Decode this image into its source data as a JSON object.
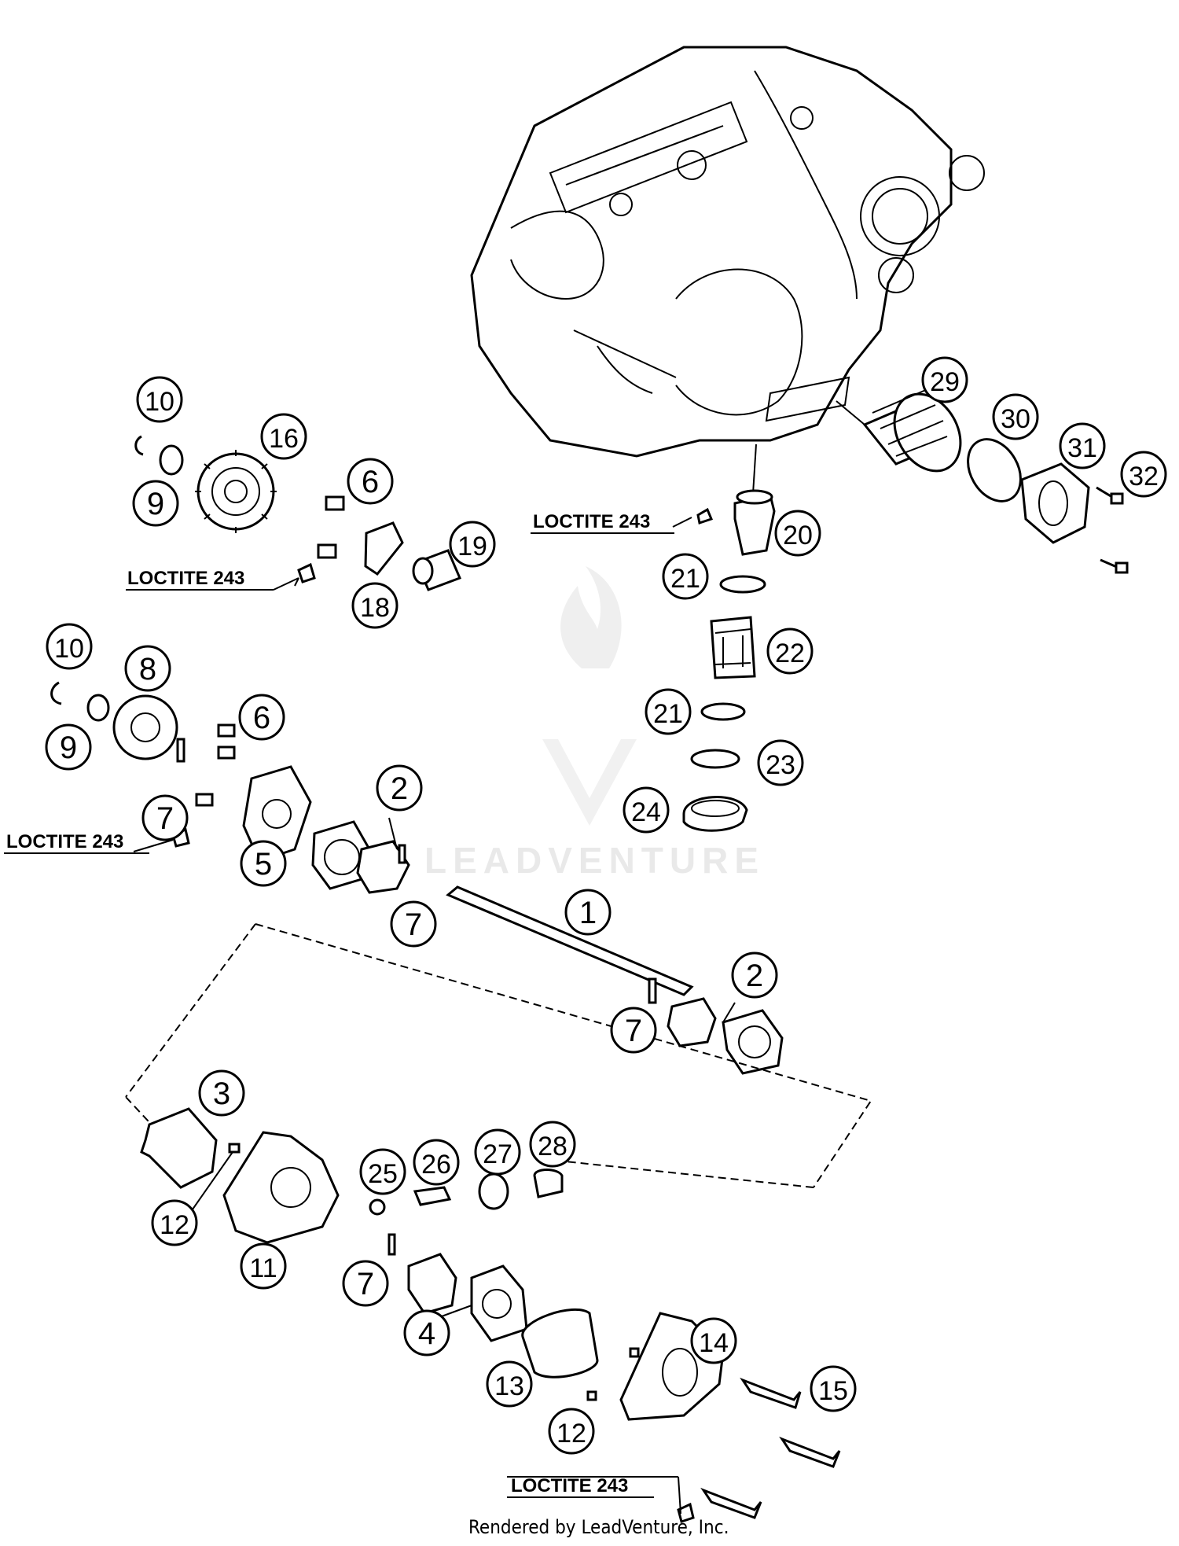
{
  "diagram": {
    "callouts": [
      "1",
      "2",
      "2",
      "3",
      "4",
      "5",
      "6",
      "6",
      "7",
      "7",
      "7",
      "7",
      "8",
      "9",
      "9",
      "10",
      "10",
      "11",
      "12",
      "12",
      "13",
      "14",
      "15",
      "16",
      "18",
      "19",
      "20",
      "21",
      "21",
      "22",
      "23",
      "24",
      "25",
      "26",
      "27",
      "28",
      "29",
      "30",
      "31",
      "32"
    ],
    "loctite_labels": [
      "LOCTITE 243",
      "LOCTITE 243",
      "LOCTITE 243",
      "LOCTITE 243"
    ],
    "watermark": "LEADVENTURE",
    "footer": "Rendered by LeadVenture, Inc."
  }
}
